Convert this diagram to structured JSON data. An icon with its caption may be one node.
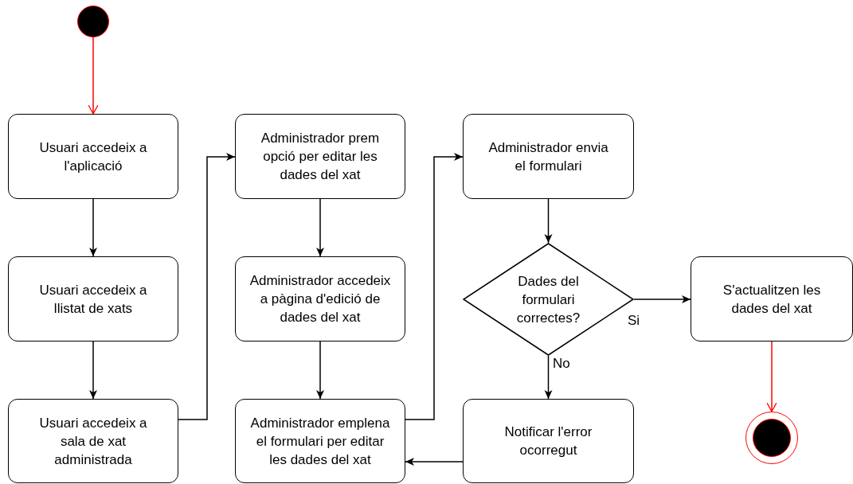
{
  "diagram": {
    "nodes": [
      {
        "text": [],
        "shape": "circle"
      },
      {
        "text": [
          "Usuari accedeix a l'aplicació"
        ]
      },
      {
        "text": [
          "Usuari accedeix a llistat de xats"
        ]
      },
      {
        "text": [
          "Usuari accedeix a sala de xat administrada"
        ]
      },
      {
        "text": [
          "Administrador prem opció per editar les dades del xat"
        ]
      },
      {
        "text": [
          "Administrador accedeix a pàgina d'edició de dades del xat"
        ]
      },
      {
        "text": [
          "Administrador emplena el formulari per editar les dades del xat"
        ]
      },
      {
        "text": [
          "Administrador envia el formulari"
        ]
      },
      {
        "text": [
          "Dades del formulari correctes?"
        ]
      },
      {
        "text": [
          "Notificar l'error ocorregut"
        ]
      },
      {
        "text": [
          "S'actualitzen les dades del xat"
        ]
      },
      {
        "text": [],
        "shape": "circle"
      }
    ],
    "edges": [
      {
        "from": 0,
        "to": 1,
        "arrow": "to",
        "color": "#ff0000"
      },
      {
        "from": 1,
        "to": 2,
        "arrow": "to"
      },
      {
        "from": 2,
        "to": 3,
        "arrow": "to"
      },
      {
        "from": 3,
        "to": 4,
        "arrow": "to"
      },
      {
        "from": 4,
        "to": 5,
        "arrow": "to"
      },
      {
        "from": 5,
        "to": 6,
        "arrow": "to"
      },
      {
        "from": 6,
        "to": 7,
        "arrow": "to"
      },
      {
        "from": 7,
        "to": 8,
        "arrow": "to"
      },
      {
        "from": 8,
        "to": 10,
        "arrow": "to",
        "label": "Si"
      },
      {
        "from": 8,
        "to": 9,
        "arrow": "to",
        "label": "No"
      },
      {
        "from": 9,
        "to": 6,
        "arrow": "to"
      },
      {
        "from": 10,
        "to": 11,
        "arrow": "to",
        "color": "#ff0000"
      }
    ]
  }
}
